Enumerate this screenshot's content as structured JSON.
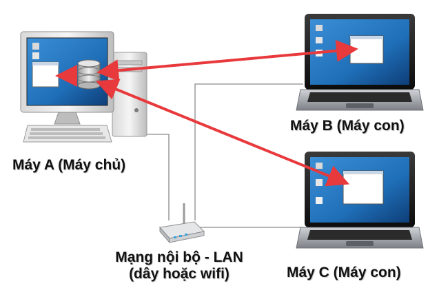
{
  "nodes": {
    "machine_a": {
      "label": "Máy A (Máy chủ)"
    },
    "machine_b": {
      "label": "Máy B (Máy con)"
    },
    "machine_c": {
      "label": "Máy C (Máy con)"
    },
    "network": {
      "label_line1": "Mạng nội bộ - LAN",
      "label_line2": "(dây hoặc wifi)"
    }
  },
  "colors": {
    "arrow": "#e8393c",
    "cable": "#8a8a8a",
    "screen_blue": "#1f6fb8",
    "window_white": "#ffffff"
  },
  "icons": [
    "desktop-computer-icon",
    "database-icon",
    "laptop-icon",
    "router-icon"
  ]
}
